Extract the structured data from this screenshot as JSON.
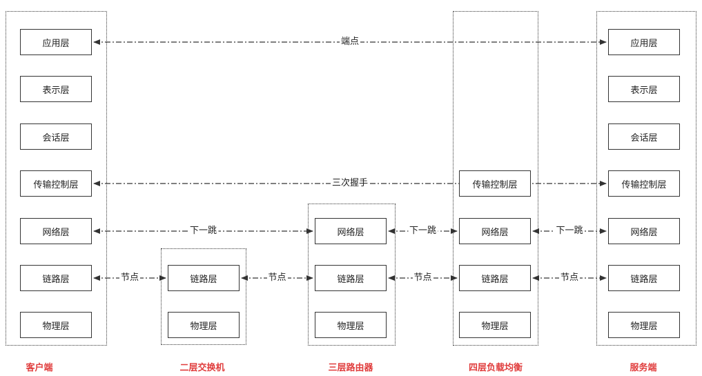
{
  "devices": [
    {
      "id": "client",
      "label": "客户端",
      "layers": [
        "应用层",
        "表示层",
        "会话层",
        "传输控制层",
        "网络层",
        "链路层",
        "物理层"
      ]
    },
    {
      "id": "switch",
      "label": "二层交换机",
      "layers": [
        "链路层",
        "物理层"
      ]
    },
    {
      "id": "router",
      "label": "三层路由器",
      "layers": [
        "网络层",
        "链路层",
        "物理层"
      ]
    },
    {
      "id": "lb",
      "label": "四层负载均衡",
      "layers": [
        "传输控制层",
        "网络层",
        "链路层",
        "物理层"
      ]
    },
    {
      "id": "server",
      "label": "服务端",
      "layers": [
        "应用层",
        "表示层",
        "会话层",
        "传输控制层",
        "网络层",
        "链路层",
        "物理层"
      ]
    }
  ],
  "connections": [
    {
      "from": "client.应用层",
      "to": "server.应用层",
      "label": "端点"
    },
    {
      "from": "client.传输控制层",
      "to": "server.传输控制层",
      "label": "三次握手"
    },
    {
      "from": "client.网络层",
      "to": "router.网络层",
      "label": "下一跳"
    },
    {
      "from": "router.网络层",
      "to": "lb.网络层",
      "label": "下一跳"
    },
    {
      "from": "lb.网络层",
      "to": "server.网络层",
      "label": "下一跳"
    },
    {
      "from": "client.链路层",
      "to": "switch.链路层",
      "label": "节点"
    },
    {
      "from": "switch.链路层",
      "to": "router.链路层",
      "label": "节点"
    },
    {
      "from": "router.链路层",
      "to": "lb.链路层",
      "label": "节点"
    },
    {
      "from": "lb.链路层",
      "to": "server.链路层",
      "label": "节点"
    }
  ],
  "colors": {
    "device_label": "#e03c3c",
    "line": "#333333",
    "text": "#222222"
  }
}
